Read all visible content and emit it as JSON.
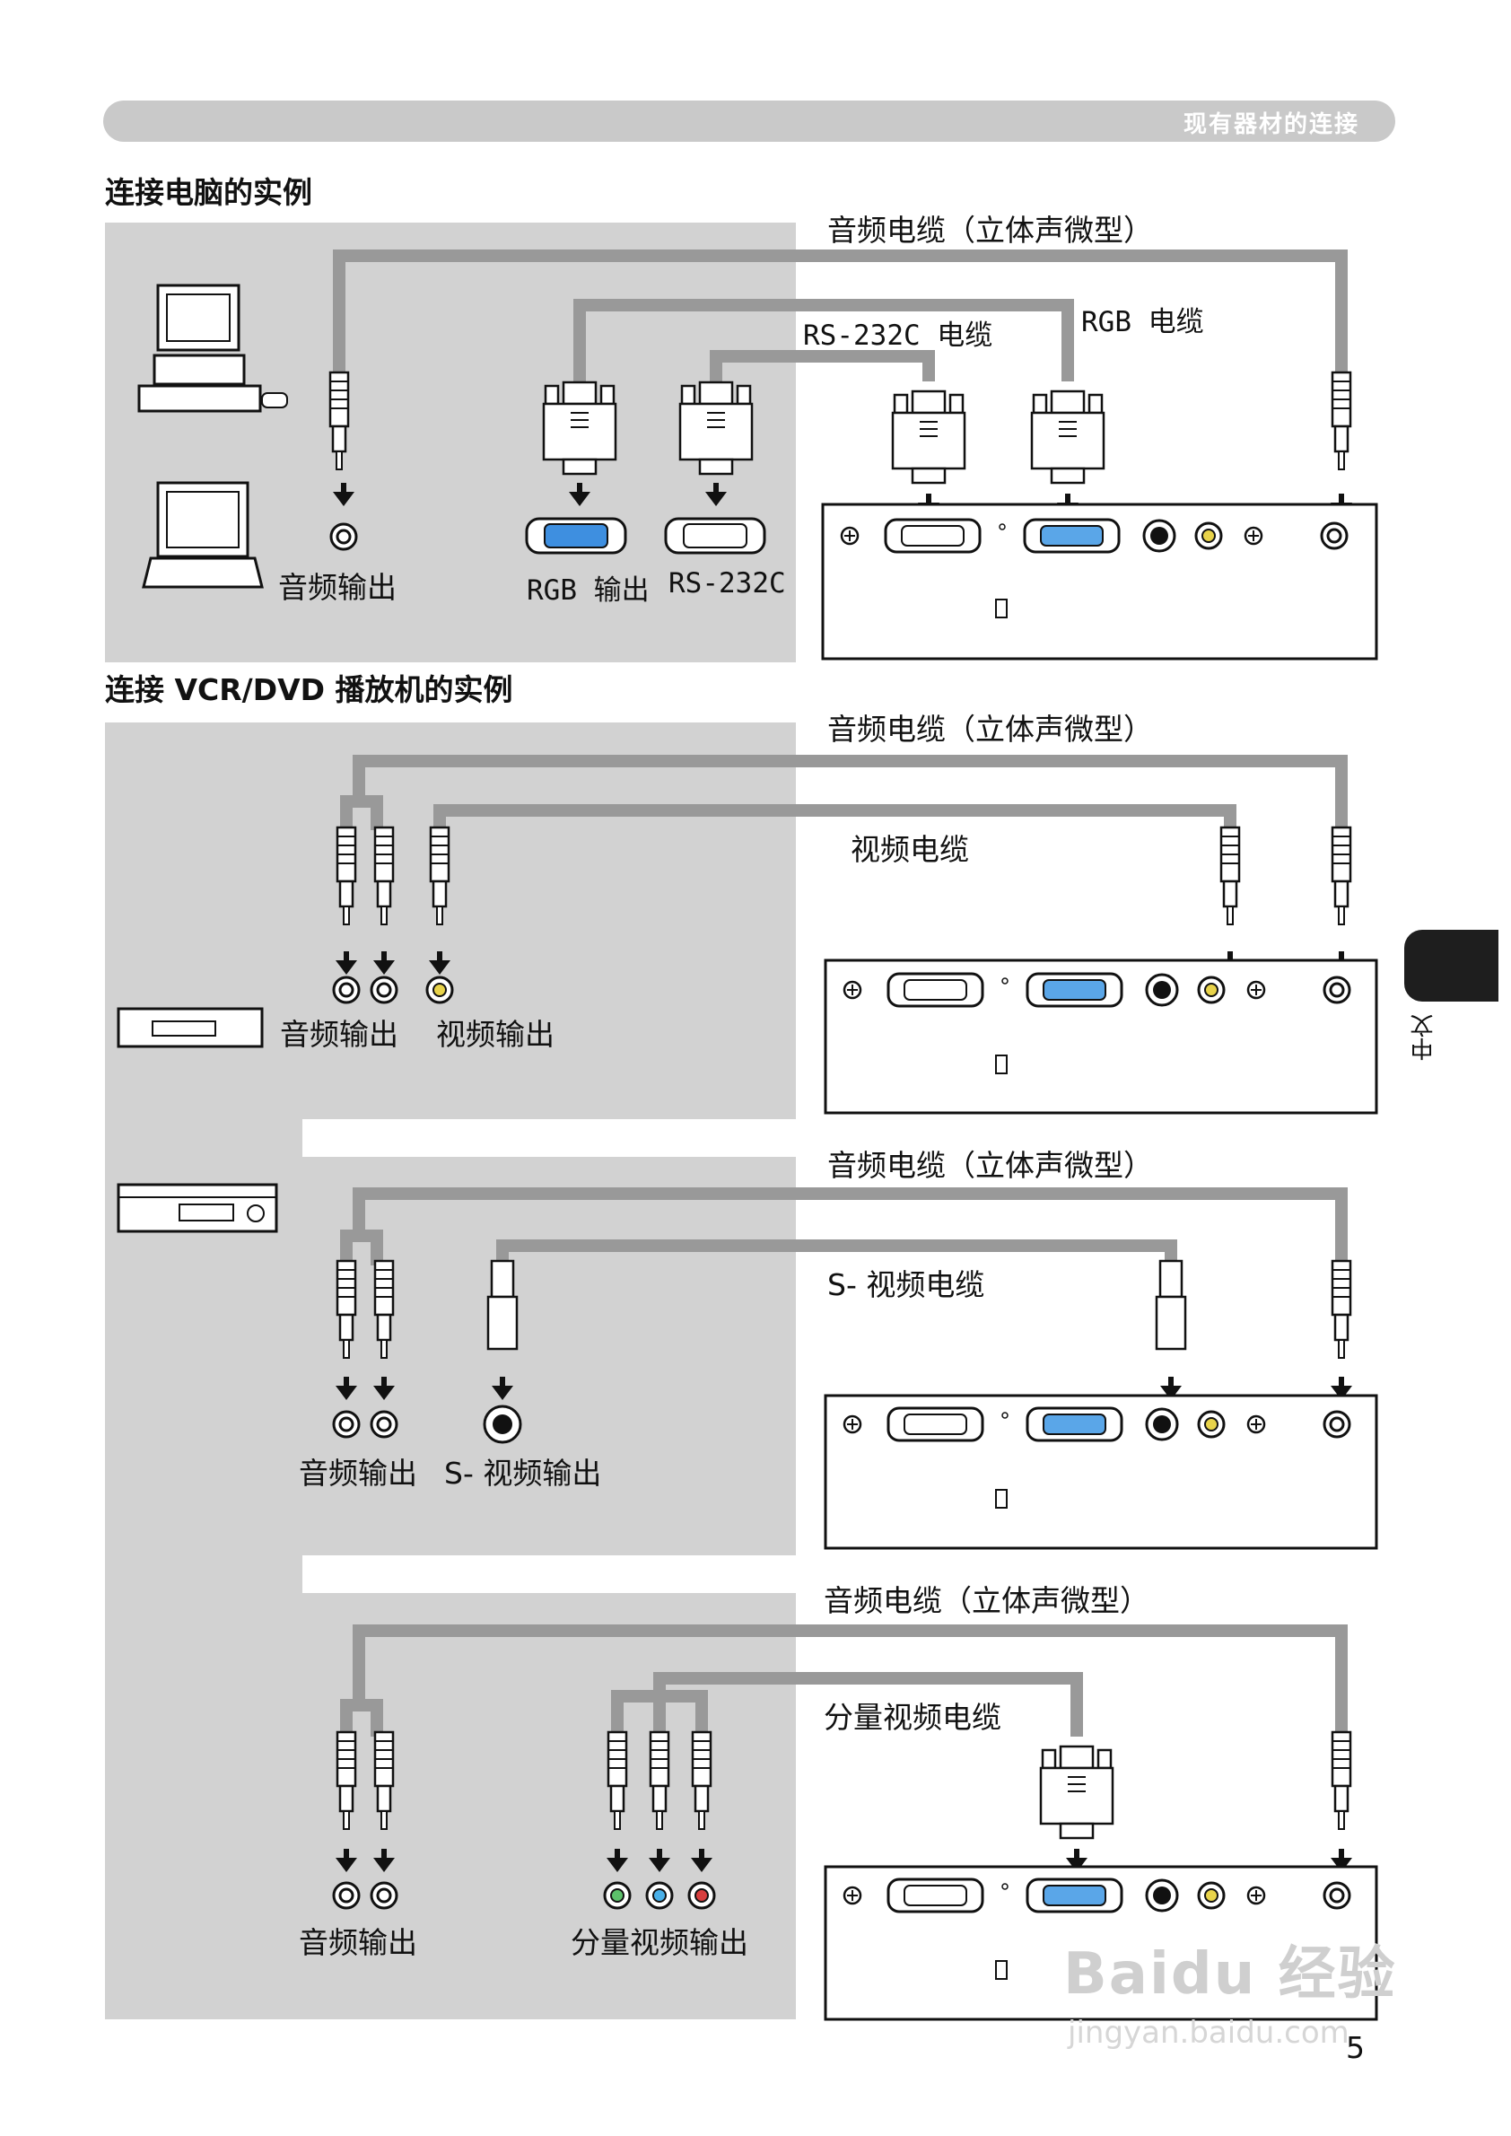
{
  "header": {
    "title": "现有器材的连接"
  },
  "sections": [
    {
      "title": "连接电脑的实例"
    },
    {
      "title": "连接 VCR/DVD 播放机的实例"
    }
  ],
  "computer": {
    "audio_cable": "音频电缆（立体声微型）",
    "rs232_cable": "RS-232C 电缆",
    "rgb_cable": "RGB 电缆",
    "audio_out": "音频输出",
    "rgb_out": "RGB 输出",
    "rs232": "RS-232C"
  },
  "vcr": {
    "audio_cable": "音频电缆（立体声微型）",
    "video_cable": "视频电缆",
    "audio_out": "音频输出",
    "video_out": "视频输出"
  },
  "svideo": {
    "audio_cable": "音频电缆（立体声微型）",
    "svideo_cable": "S- 视频电缆",
    "audio_out": "音频输出",
    "svideo_out": "S- 视频输出"
  },
  "component": {
    "audio_cable": "音频电缆（立体声微型）",
    "component_cable": "分量视频电缆",
    "audio_out": "音频输出",
    "component_out": "分量视频输出"
  },
  "side_tab": {
    "label": "中文"
  },
  "page_number": "5",
  "watermark": {
    "brand": "Baidu 经验",
    "url": "jingyan.baidu.com"
  }
}
